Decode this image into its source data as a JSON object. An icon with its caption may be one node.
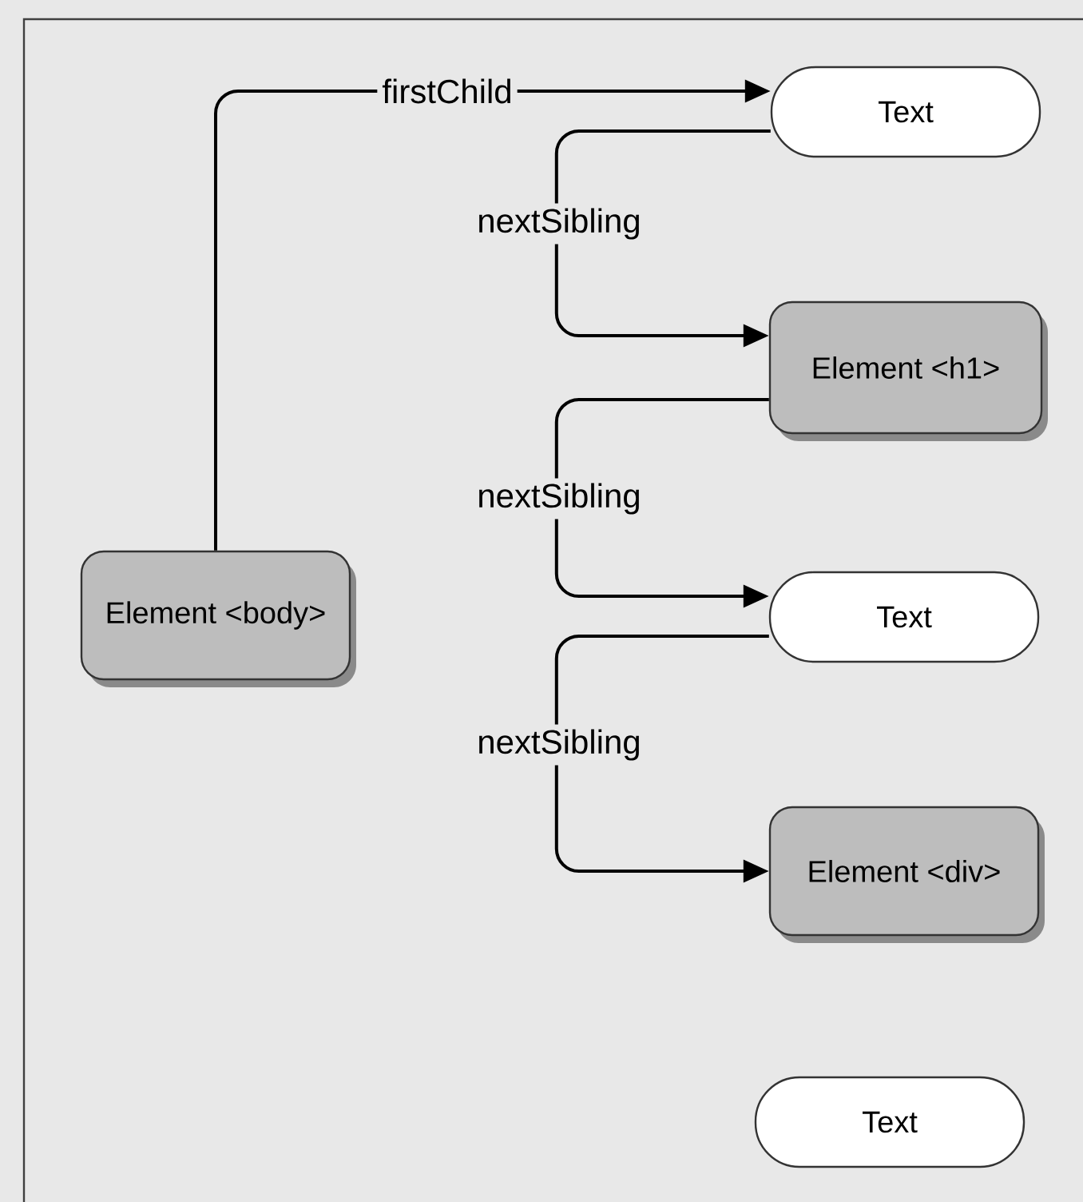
{
  "diagram": {
    "nodes": [
      {
        "text": [
          "Element <body>"
        ]
      },
      {
        "text": [
          "Text"
        ]
      },
      {
        "text": [
          "Element <h1>"
        ]
      },
      {
        "text": [
          "Text"
        ]
      },
      {
        "text": [
          "Element <div>"
        ]
      },
      {
        "text": [
          "Text"
        ]
      }
    ],
    "edges": [
      {
        "from": 0,
        "to": 1,
        "arrow": "to",
        "label": "firstChild"
      },
      {
        "from": 1,
        "to": 2,
        "arrow": "to",
        "label": "nextSibling"
      },
      {
        "from": 2,
        "to": 3,
        "arrow": "to",
        "label": "nextSibling"
      },
      {
        "from": 3,
        "to": 4,
        "arrow": "to",
        "label": "nextSibling"
      }
    ]
  }
}
